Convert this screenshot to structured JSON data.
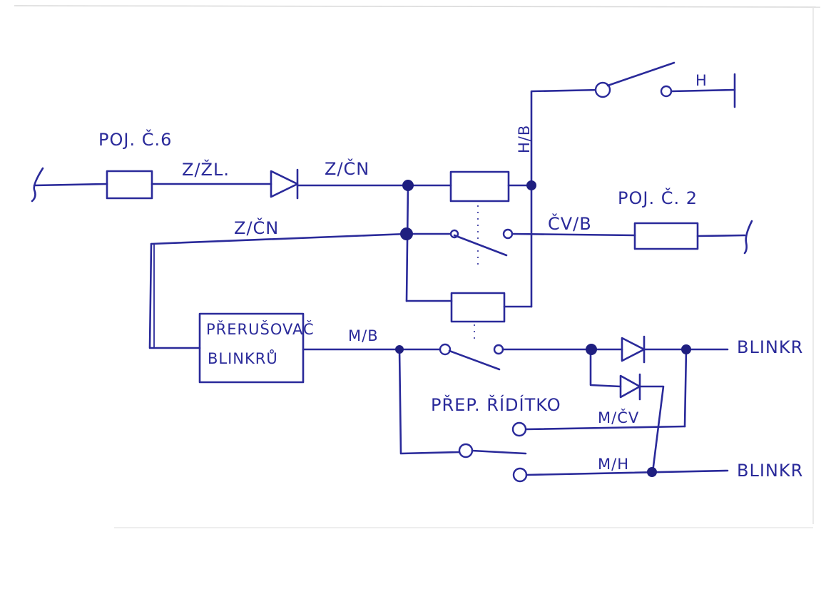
{
  "labels": {
    "fuse_left": "POJ. Č.6",
    "fuse_right": "POJ. Č. 2",
    "wire_zzl": "Z/ŽL.",
    "wire_zcn_top": "Z/ČN",
    "wire_zcn_mid": "Z/ČN",
    "wire_hb": "H/B",
    "wire_cvb": "ČV/B",
    "ground_h": "H",
    "flasher_line1": "PŘERUŠOVAČ",
    "flasher_line2": "BLINKRŮ",
    "wire_mb": "M/B",
    "switch_label": "PŘEP. ŘÍDÍTKO",
    "wire_mcv": "M/ČV",
    "wire_mh": "M/H",
    "blinkr_top": "BLINKR",
    "blinkr_bottom": "BLINKR"
  }
}
